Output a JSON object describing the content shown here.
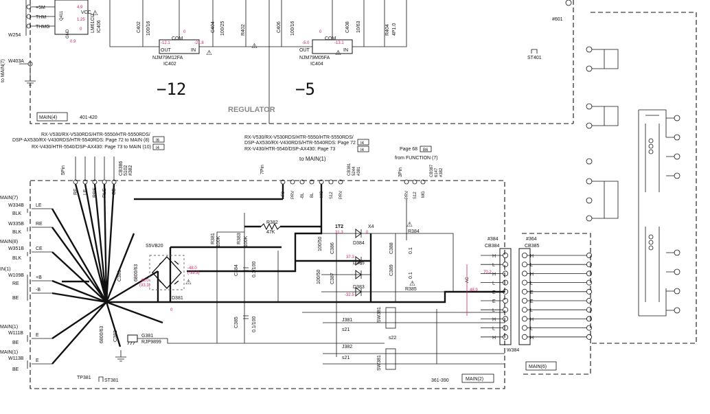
{
  "top": {
    "ic406": {
      "p1": "+5M",
      "p2": "THM",
      "p3": "THMG",
      "conn": "W254",
      "name": "LM61CIZ",
      "ref": "IC406",
      "vcc": "VCC",
      "gnd": "GND",
      "q": "Q411",
      "v1": "4.9",
      "v2": "1.25",
      "v3": "0.9",
      "v4": "0"
    },
    "w403a": "W403A",
    "to_main": "to MAIN(7)",
    "ic402": {
      "name": "NJM79M12FA",
      "ref": "IC402",
      "out": "OUT",
      "in": "IN",
      "com": "COM",
      "vout": "-12.1",
      "vin": "-21.8",
      "vcom": "0"
    },
    "ic404": {
      "name": "NJM79M05FA",
      "ref": "IC404",
      "out": "OUT",
      "in": "IN",
      "com": "COM",
      "vout": "-5.0",
      "vin": "-13.1",
      "vcom": "0"
    },
    "caps": [
      "C402",
      "100/16",
      "C404",
      "100/25",
      "R402",
      "C406",
      "100/16",
      "C408",
      "10/63",
      "R404",
      "4P1.0"
    ],
    "minus12": "−12",
    "minus5": "−5",
    "regulator": "REGULATOR",
    "main4": "MAIN(4)",
    "range1": "401-420",
    "f601": "#601",
    "st401": "ST401"
  },
  "refs": {
    "left_l1": "RX-V530/RX-V530RDS/HTR-5550/HTR-5550RDS/",
    "left_l2": "DSP-AX530/RX-V430RDS/HTR-5540RDS: Page 72 to MAIN (8)",
    "left_l2_box": "I6",
    "left_l3": "RX-V430/HTR-5540/DSP-AX430: Page 73 to MAIN (10)",
    "left_l3_box": "I4",
    "mid_l1": "RX-V530/RX-V530RDS/HTR-5550/HTR-5550RDS/",
    "mid_l2": "DSP-AX530/RX-V430RDS/HTR-5540RDS: Page 72",
    "mid_l2_box": "I4",
    "mid_l3": "RX-V430/HTR-5540/DSP-AX430: Page 73",
    "mid_l3_box": "I4",
    "to_main1": "to MAIN(1)",
    "right_l1": "Page 68",
    "right_l1_box": "B6",
    "right_l2": "from FUNCTION (7)"
  },
  "connectors": {
    "cb386": {
      "pins": "5Pin",
      "name": "CB386",
      "part": "5102",
      "ref": "#382",
      "labels": [
        "RE",
        "LE",
        "RRE",
        "RLE",
        "CE"
      ]
    },
    "cb381": {
      "pins": "7Pin",
      "name": "CB381",
      "part": "5244",
      "ref": "#381",
      "labels": [
        "F0",
        "PRV",
        "-BL",
        "BL",
        "MG",
        "S12",
        "PRV"
      ]
    },
    "cb387": {
      "pins": "3Pin",
      "name": "CB387",
      "part": "6147",
      "ref": "#382",
      "labels": [
        "PRV",
        "S12",
        "MG"
      ]
    }
  },
  "left": {
    "main7": "MAIN(7)",
    "w334b": "W334B",
    "le": "LE",
    "blk1": "BLK",
    "w335b": "W335B",
    "re": "RE",
    "blk2": "BLK",
    "main8": "MAIN(8)",
    "w351b": "W351B",
    "ce": "CE",
    "blk3": "BLK",
    "main1a": "IN(1)",
    "w109b": "W109B",
    "pb": "+B",
    "re2": "RE",
    "mb": "-B",
    "be1": "BE",
    "main1b": "MAIN(1)",
    "w111b": "W111B",
    "e": "E",
    "be2": "BE",
    "main1c": "MAIN(1)",
    "w113b": "W113B",
    "e2": "E",
    "be3": "BE"
  },
  "center": {
    "s5vb20": "S5VB20",
    "d381": "D381",
    "v_left": "48.0",
    "v_left2": "(33.3)",
    "v_right": "-48.0",
    "v_right2": "(-33.3)",
    "v0": "0",
    "c381": "C381",
    "c381v": "6800/63",
    "c382": "C382",
    "c382v": "6800/63",
    "g381": "G381",
    "rjp": "RJP9899",
    "r381": "R381",
    "r381v": "100K",
    "r383": "R383",
    "r383v": "100K",
    "r382": "R382",
    "r382v": "47K",
    "c384": "C384",
    "c384v": "0.1/100",
    "c385": "C385",
    "c385v": "0.1/100",
    "t2": "1T2",
    "x4": "X4",
    "v313": "31.3",
    "v373": "37.3",
    "v325": "-32.5",
    "v0b": "0",
    "d384": "D384",
    "d385": "D385",
    "d383": "D383",
    "c386": "C386",
    "c387": "C387",
    "c38xv": "100/50",
    "c388": "C388",
    "c389": "C389",
    "c388v": "0.1",
    "r384": "R384",
    "r385": "R385",
    "sw381": "SW381",
    "j381": "J381",
    "j382": "J382",
    "s21a": "s21",
    "s22": "s22",
    "s21b": "s21",
    "range2": "361-390",
    "main2": "MAIN(2)",
    "tp381": "TP381",
    "st381": "ST381"
  },
  "right": {
    "f384a": "#384",
    "cb384": "CB384",
    "f384b": "#364",
    "cb385": "CB385",
    "pins_h": "H",
    "pins_l": "L",
    "pins_e": "E",
    "ac_label": "AC",
    "ac_v1": "70.2",
    "ac_v2": "48.9",
    "w384": "W384",
    "main6": "MAIN(6)"
  }
}
